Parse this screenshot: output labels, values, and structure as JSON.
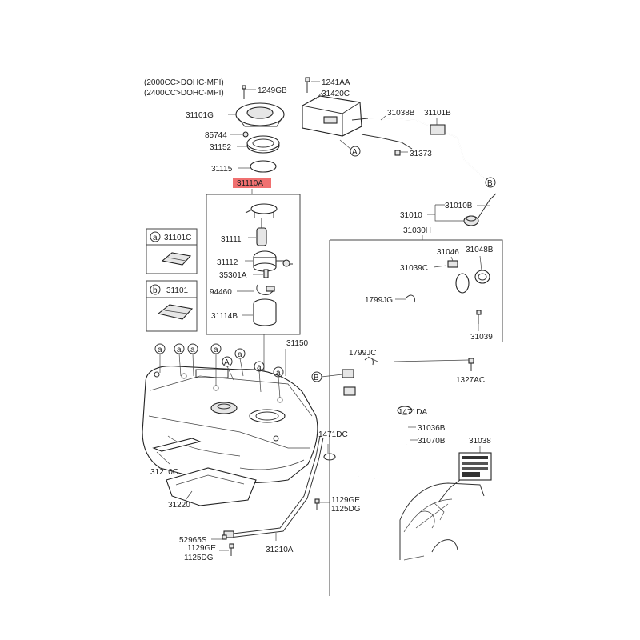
{
  "engine_notes": [
    "(2000CC>DOHC-MPI)",
    "(2400CC>DOHC-MPI)"
  ],
  "highlight_color": "#f07070",
  "highlighted_part": "31110A",
  "labels": {
    "p1249GB": "1249GB",
    "p31101G": "31101G",
    "p85744": "85744",
    "p31152": "31152",
    "p31115": "31115",
    "p31110A": "31110A",
    "p31111": "31111",
    "p31112": "31112",
    "p35301A": "35301A",
    "p94460": "94460",
    "p31114B": "31114B",
    "p31101C": "31101C",
    "p31101": "31101",
    "p31150": "31150",
    "p1241AA": "1241AA",
    "p31420C": "31420C",
    "p31038B": "31038B",
    "p31101B": "31101B",
    "p31373": "31373",
    "p31010B": "31010B",
    "p31010": "31010",
    "p31030H": "31030H",
    "p31046": "31046",
    "p31048B": "31048B",
    "p31039C": "31039C",
    "p1799JG": "1799JG",
    "p31039": "31039",
    "p1799JC": "1799JC",
    "p1327AC": "1327AC",
    "p1471DA": "1471DA",
    "p31036B": "31036B",
    "p31070B": "31070B",
    "p31038": "31038",
    "p1471DC": "1471DC",
    "p31210C": "31210C",
    "p31220": "31220",
    "p1129GE_a": "1129GE",
    "p1125DG_a": "1125DG",
    "p52965S": "52965S",
    "p1129GE_b": "1129GE",
    "p1125DG_b": "1125DG",
    "p31210A": "31210A"
  },
  "callouts": {
    "a": "a",
    "b": "b",
    "A": "A",
    "B": "B"
  }
}
